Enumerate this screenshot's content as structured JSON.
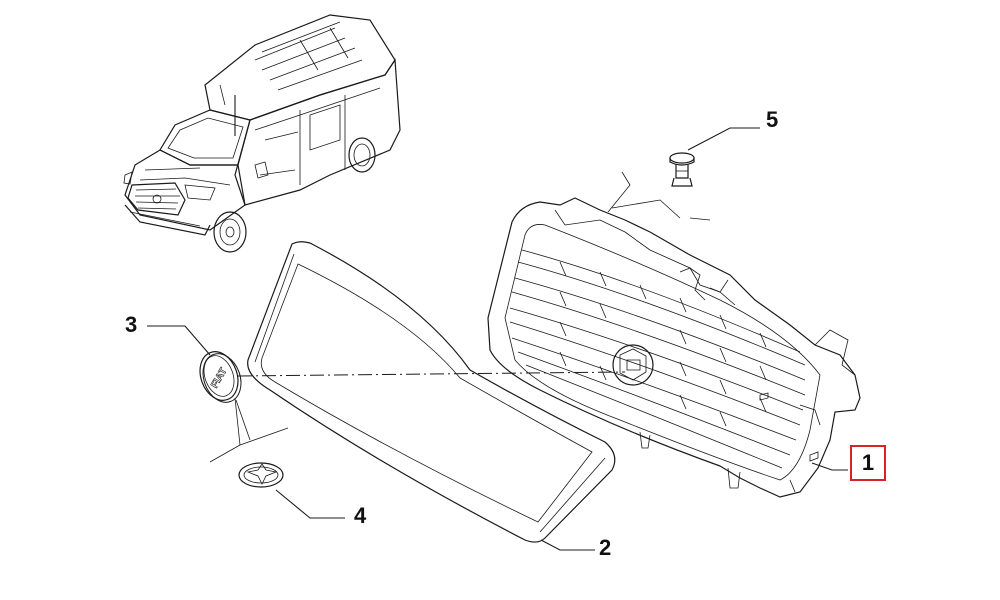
{
  "callouts": {
    "part_1": "1",
    "part_2": "2",
    "part_3": "3",
    "part_4": "4",
    "part_5": "5"
  },
  "badge_text": "FIAT",
  "colors": {
    "line": "#1a1a1a",
    "highlight_box": "#d9212a",
    "background": "#ffffff"
  }
}
